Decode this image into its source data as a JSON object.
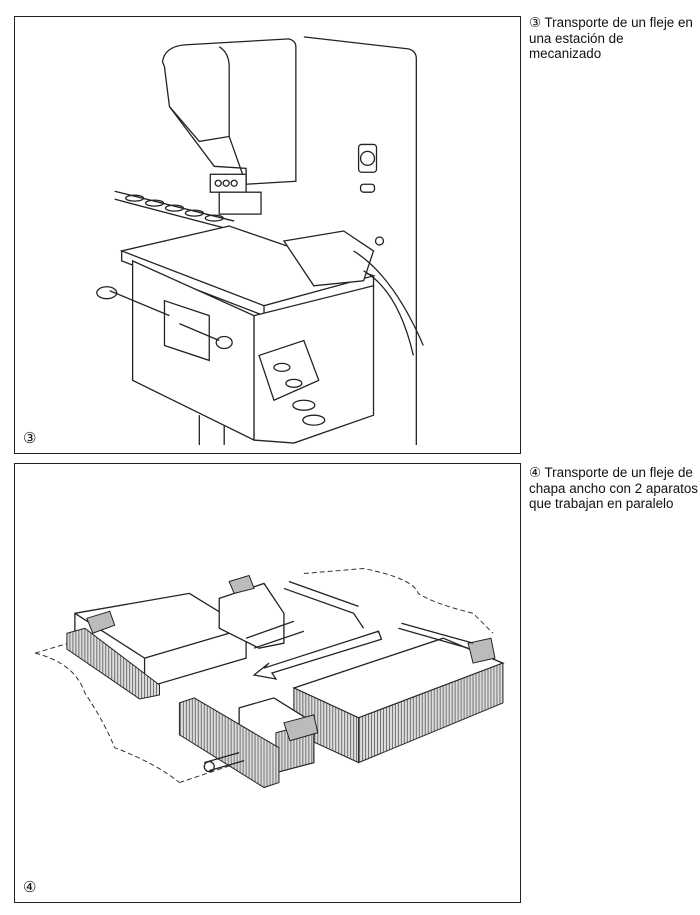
{
  "figures": [
    {
      "number": "③",
      "caption": "③ Transporte de un fleje en una estación de mecanizado",
      "illustration": "punch-press-machining-station-strip-feed"
    },
    {
      "number": "④",
      "caption": "④ Transporte de un fleje de chapa ancho con 2 aparatos que trabajan en paralelo",
      "illustration": "two-parallel-feed-devices-wide-sheet-strip"
    }
  ]
}
